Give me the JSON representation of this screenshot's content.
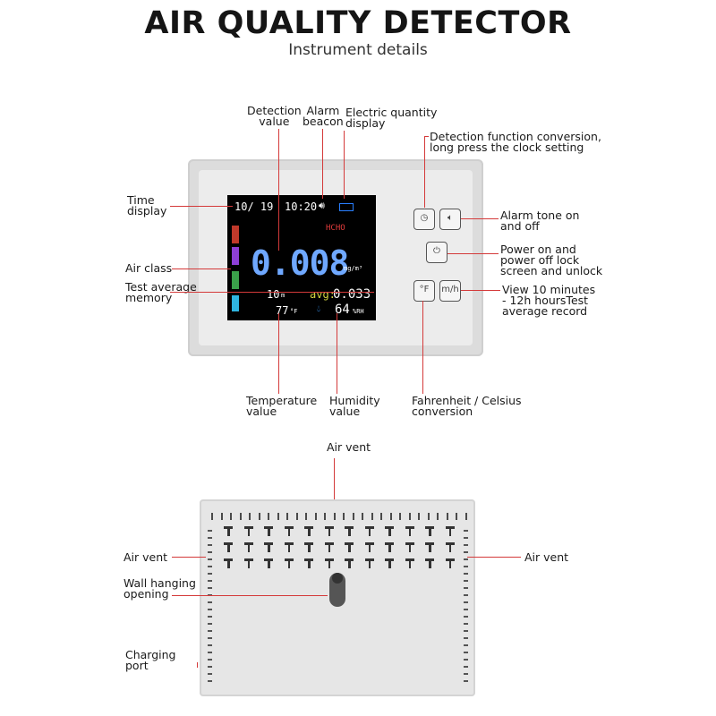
{
  "header": {
    "title": "AIR QUALITY DETECTOR",
    "subtitle": "Instrument details"
  },
  "front_labels": {
    "detection_value": [
      "Detection",
      "value"
    ],
    "alarm_beacon": [
      "Alarm",
      "beacon"
    ],
    "electric_quantity": [
      "Electric quantity",
      "display"
    ],
    "detection_function": [
      "Detection function conversion,",
      "long press the clock setting"
    ],
    "time_display": [
      "Time",
      "display"
    ],
    "alarm_tone": [
      "Alarm tone on",
      "and off"
    ],
    "power": [
      "Power on and",
      "power off lock",
      "screen and unlock"
    ],
    "air_class": "Air class",
    "test_average_memory": [
      "Test average",
      "memory"
    ],
    "view_records": [
      "View 10 minutes",
      "- 12h hoursTest",
      "average record"
    ],
    "temperature_value": [
      "Temperature",
      "value"
    ],
    "humidity_value": [
      "Humidity",
      "value"
    ],
    "fahrenheit_celsius": [
      "Fahrenheit / Celsius",
      "conversion"
    ]
  },
  "screen": {
    "date": "10/ 19",
    "time": "10:20",
    "gas": "HCHO",
    "reading": "0.008",
    "unit": "mg/m³",
    "interval": "10",
    "interval_unit": "m",
    "avg_label": "avg:",
    "avg_value": "0.033",
    "temperature": "77",
    "temp_unit": "°F",
    "humidity": "64",
    "humidity_unit": "%RH",
    "air_class_colors": [
      "#c0392b",
      "#8e3fd6",
      "#3aa04a",
      "#2fb5e0"
    ]
  },
  "back_labels": {
    "air_vent_top": "Air vent",
    "air_vent_left": "Air vent",
    "air_vent_right": "Air vent",
    "wall_hanging": [
      "Wall hanging",
      "opening"
    ],
    "charging_port": [
      "Charging",
      "port"
    ]
  },
  "colors": {
    "leader_line": "#d43a3a"
  }
}
